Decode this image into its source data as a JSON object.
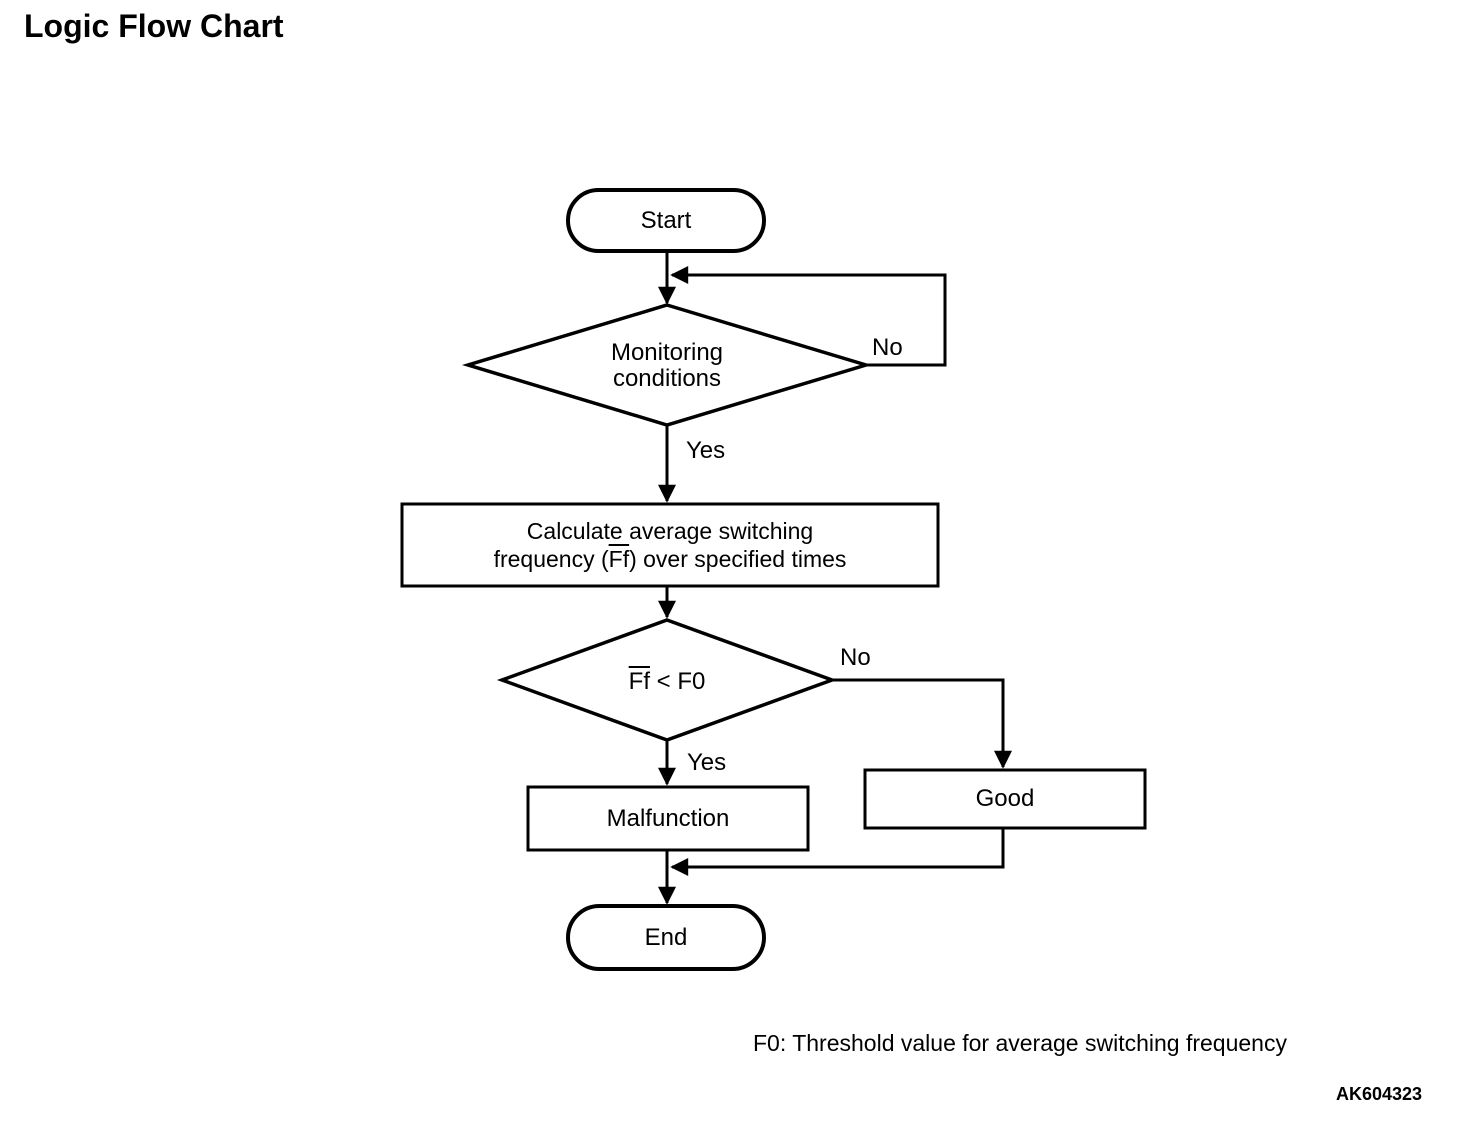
{
  "title": "Logic Flow Chart",
  "nodes": {
    "start": {
      "label": "Start"
    },
    "monitoring": {
      "line1": "Monitoring",
      "line2": "conditions"
    },
    "calculate": {
      "line1": "Calculate average switching",
      "line2_prefix": "frequency (",
      "line2_overline": "Ff",
      "line2_suffix": ") over specified times"
    },
    "threshold": {
      "overline": "Ff",
      "rest": " < F0"
    },
    "malfunction": {
      "label": "Malfunction"
    },
    "good": {
      "label": "Good"
    },
    "end": {
      "label": "End"
    }
  },
  "edges": {
    "monitoring_no": "No",
    "monitoring_yes": "Yes",
    "threshold_no": "No",
    "threshold_yes": "Yes"
  },
  "footer": {
    "note": "F0: Threshold value for average switching frequency",
    "code": "AK604323"
  },
  "colors": {
    "line": "#000000",
    "background": "#ffffff",
    "text": "#000000"
  }
}
